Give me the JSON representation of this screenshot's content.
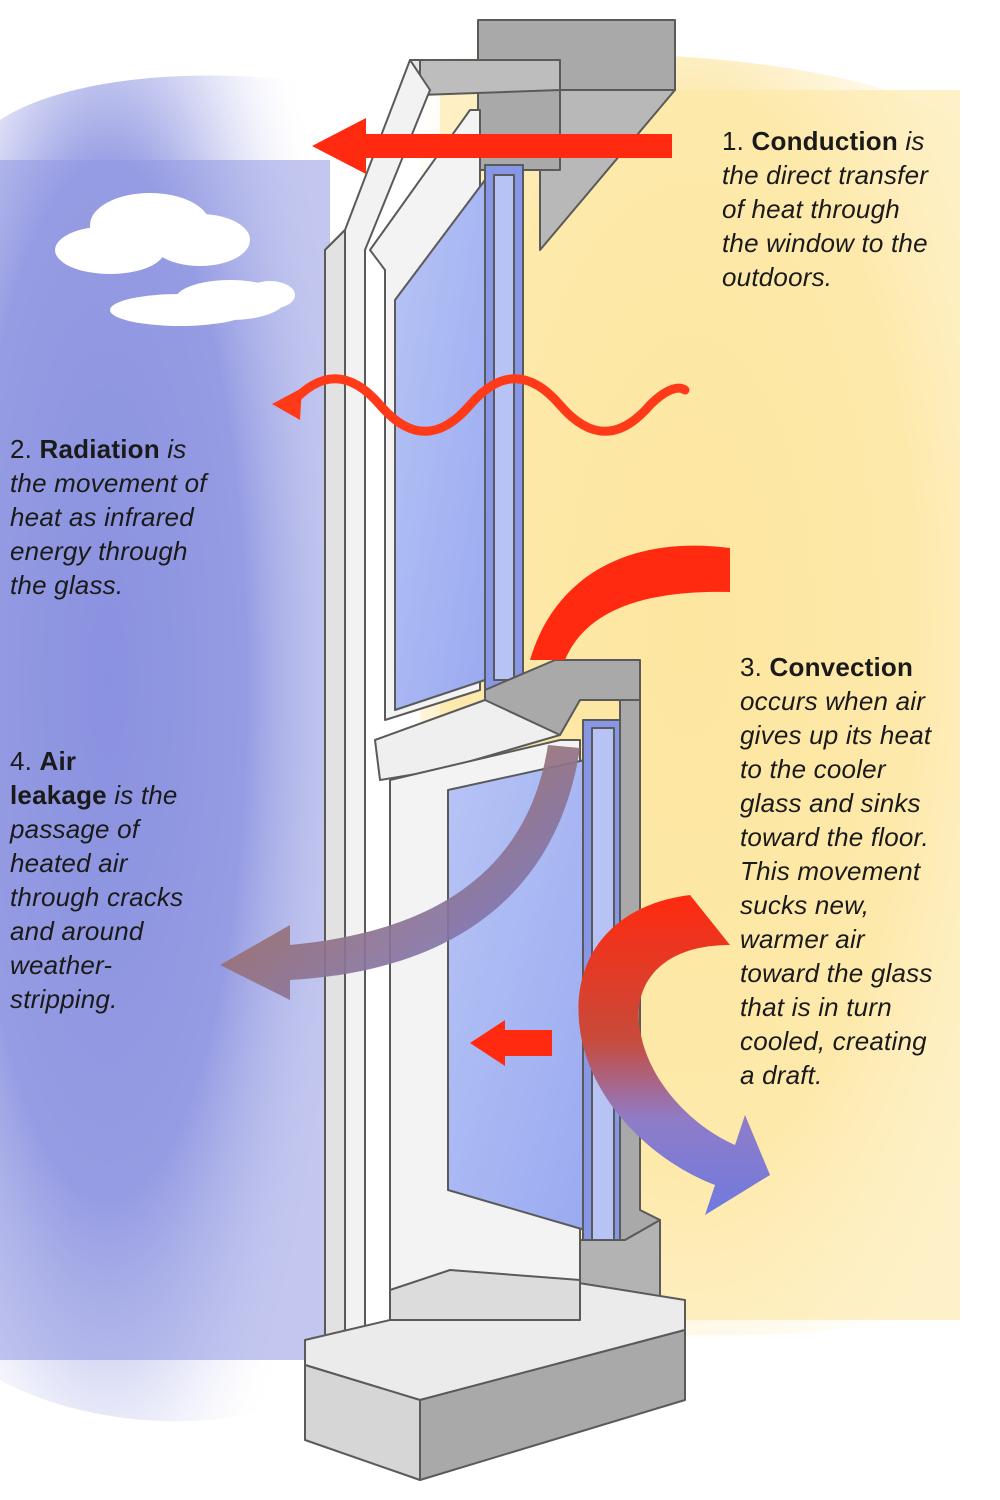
{
  "colors": {
    "sky": "#8f96e0",
    "interior": "#fde9a8",
    "heat_arrow": "#ff2a10",
    "cool_arrow": "#6f7ae0",
    "glass": "#a9b8f2",
    "frame_gray": "#a8a8a8",
    "sash_white": "#f2f2f2"
  },
  "captions": {
    "conduction": {
      "number": "1.",
      "term": "Conduction",
      "lead": "is",
      "lines": [
        "the direct transfer",
        "of heat through",
        "the window to the",
        "outdoors."
      ]
    },
    "radiation": {
      "number": "2.",
      "term": "Radiation",
      "lead": "is",
      "lines": [
        "the movement of",
        "heat as infrared",
        "energy through",
        "the glass."
      ]
    },
    "convection": {
      "number": "3.",
      "term": "Convection",
      "lines": [
        "occurs when air",
        "gives up its heat",
        "to the cooler",
        "glass and sinks",
        "toward the floor.",
        "This movement",
        "sucks new,",
        "warmer air",
        "toward the glass",
        "that is in turn",
        "cooled, creating",
        "a draft."
      ]
    },
    "air_leakage": {
      "number": "4.",
      "term_line1": "Air",
      "term_line2": "leakage",
      "lead": "is the",
      "lines": [
        "passage of",
        "heated air",
        "through cracks",
        "and around",
        "weather-",
        "stripping."
      ]
    }
  }
}
